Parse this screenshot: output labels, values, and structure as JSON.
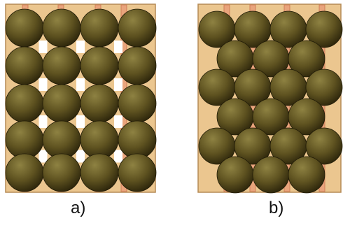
{
  "panels": [
    {
      "label": "a)",
      "arrangement": "square",
      "rows": 5,
      "circles_per_row": [
        4,
        4,
        4,
        4,
        4
      ]
    },
    {
      "label": "b)",
      "arrangement": "hexagonal",
      "rows": 6,
      "circles_per_row": [
        4,
        3,
        4,
        3,
        4,
        3
      ]
    }
  ],
  "colors": {
    "tray_fill": "#ebc68f",
    "tray_stroke": "#b58a55",
    "rib_fill": "#e9a47c",
    "rib_stroke": "#cf7e57",
    "gap_white": "#ffffff",
    "circle_light": "#8e8242",
    "circle_mid": "#5e5220",
    "circle_dark": "#2a230a"
  }
}
